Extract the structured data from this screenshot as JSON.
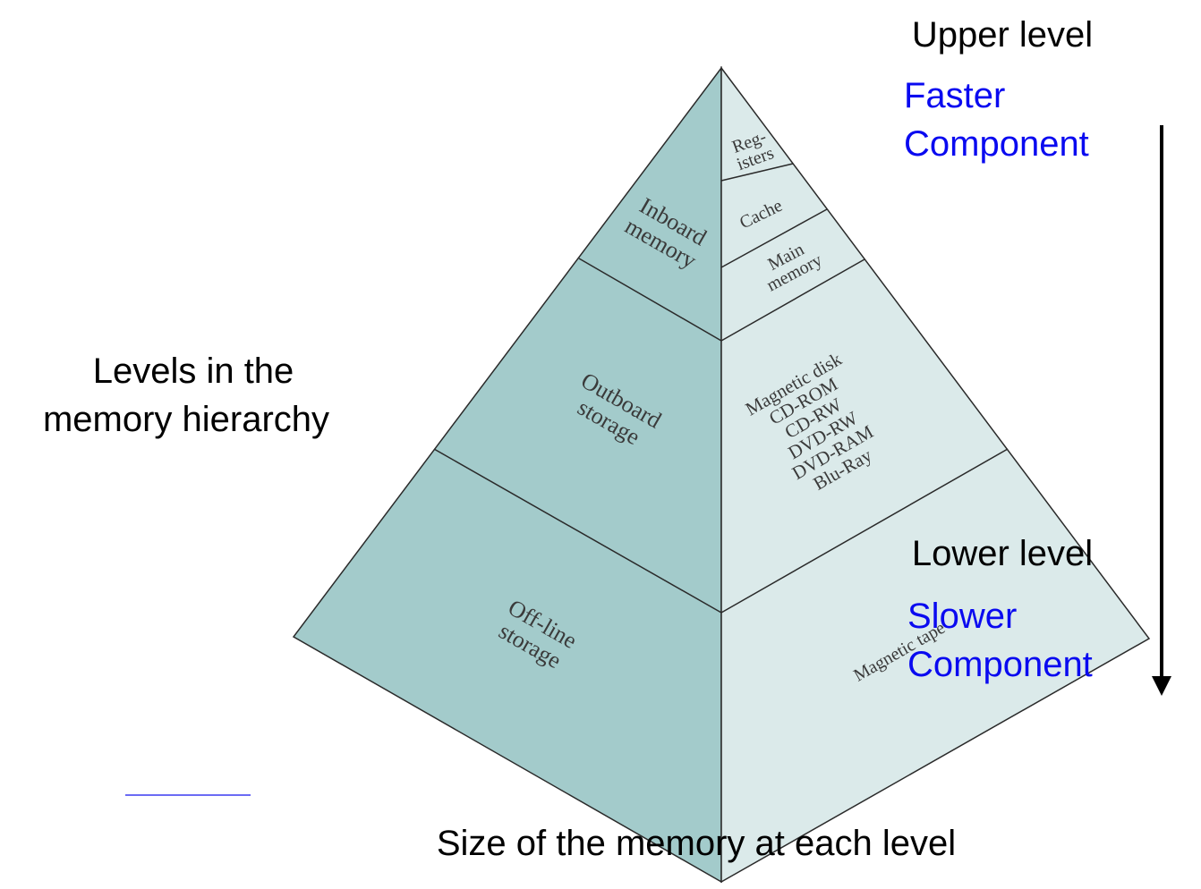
{
  "colors": {
    "left_face": "#a3cbcb",
    "right_face": "#dbeaea",
    "edge": "#2a2a2a",
    "accent_text": "#0a0af0",
    "plain_text": "#000000",
    "underline": "#3a3af0"
  },
  "left_face_labels": {
    "inboard": [
      "Inboard",
      "memory"
    ],
    "outboard": [
      "Outboard",
      "storage"
    ],
    "offline": [
      "Off-line",
      "storage"
    ]
  },
  "right_face_labels": {
    "registers": [
      "Reg-",
      "isters"
    ],
    "cache": "Cache",
    "main_memory": [
      "Main",
      "memory"
    ],
    "media": [
      "Magnetic disk",
      "CD-ROM",
      "CD-RW",
      "DVD-RW",
      "DVD-RAM",
      "Blu-Ray"
    ],
    "tape": "Magnetic tape"
  },
  "annotations": {
    "upper_level": "Upper level",
    "faster": [
      "Faster",
      "Component"
    ],
    "lower_level": "Lower level",
    "slower": [
      "Slower",
      "Component"
    ],
    "levels_caption": [
      "Levels in the",
      "memory hierarchy"
    ],
    "size_caption": "Size of the memory at each level"
  },
  "icons": {
    "direction_arrow": "arrow-down-icon"
  }
}
